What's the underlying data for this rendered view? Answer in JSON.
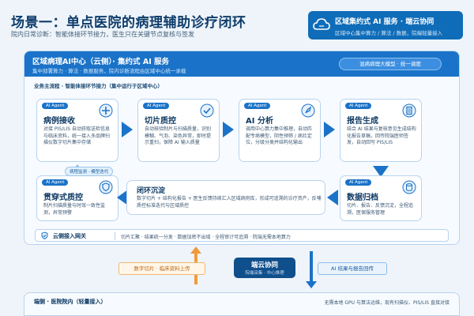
{
  "header": {
    "title": "场景一：单点医院的病理辅助诊疗闭环",
    "subtitle": "院内日常诊断：智能体接环节接力，医生只在关键节点复核与签发"
  },
  "top_right_card": {
    "title": "区域集约式 AI 服务 · 端云协同",
    "subtitle": "区域中心集中算力 / 算法 / 数据，院端轻量接入"
  },
  "main_panel": {
    "title": "区域病理AI中心（云侧）· 集约式 AI 服务",
    "subtitle": "集中部署算力 · 算法 · 数据服务，院内诊断流程由区域中心统一承载",
    "pill": "混病病理大模型 · 统一调度",
    "flow_caption": "业务主流程 · 智能体接环节接力（集中运行于区域中心）"
  },
  "cards": [
    {
      "tag": "AI Agent",
      "title": "病例接收",
      "desc": "对接 PIS/LIS 自动获取送检信息与临床资料，统一接入多品牌扫描仪数字切片集中存储",
      "icon": "plus-icon"
    },
    {
      "tag": "AI Agent",
      "title": "切片质控",
      "desc": "自动核验制片与扫描质量，识别模糊、气泡、染色异常，即时提示重扫，保障 AI 输入质量",
      "icon": "check-icon"
    },
    {
      "tag": "AI Agent",
      "title": "AI 分析",
      "desc": "调用中心算力集中推理，自动匹配专病模型，阴性预筛 / 病灶定位，分级分类并结构化输出",
      "icon": "rocket-icon"
    },
    {
      "tag": "AI Agent",
      "title": "报告生成",
      "desc": "结合 AI 结果与复核意见生成结构化报告草稿，回传院端医师签发，自动回写 PIS/LIS",
      "icon": "document-icon"
    },
    {
      "tag": "AI Agent",
      "title": "贯穿式质控",
      "desc": "制片扫描质量与时效一致性监测，异常预警",
      "icon": "shield-icon"
    },
    {
      "tag": "AI Agent",
      "title": "数据归档",
      "desc": "切片、报告、反馈沉淀，全程追溯，医保服务管理",
      "icon": "database-icon"
    }
  ],
  "badge_left": "病程监测 · 模型迭代",
  "loop_card": {
    "title": "闭环沉淀",
    "desc": "数字切片 + 结构化报告 + 医生反馈持续汇入区域病例库，形成可追溯的诊疗资产，反哺质控标准迭代与区域质控"
  },
  "gateway": {
    "label": "云侧接入网关",
    "desc": "切片汇聚 · 结果统一分发 · 数据加密不出域 · 全程审计可追溯 · 院端无需本地算力"
  },
  "bottom": {
    "left_chip": "数字切片 · 临床资料上传",
    "hub_title": "端云协同",
    "hub_sub": "院端采集 · 中心推理",
    "right_chip": "AI 结果与报告回传",
    "panel_title": "端侧 · 医院院内（轻量接入）",
    "panel_right": "无需本地 GPU 与算法运维，现有扫描仪、PIS/LIS 直接对接"
  }
}
